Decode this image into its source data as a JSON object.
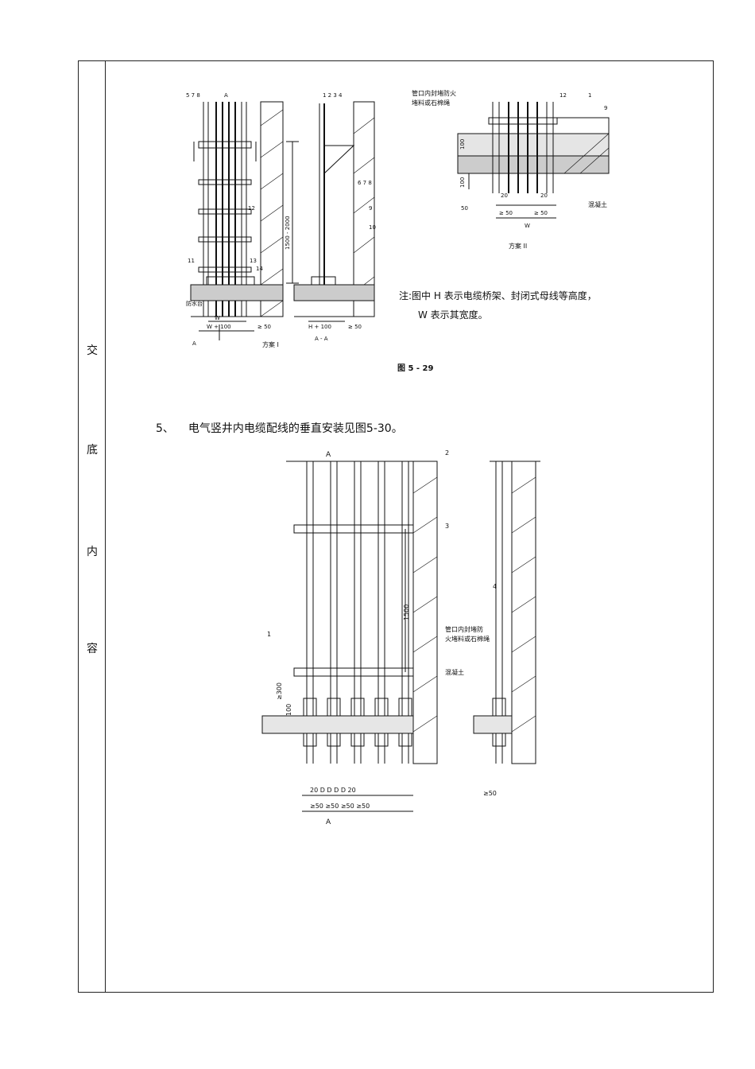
{
  "side_label": [
    "交",
    "底",
    "内",
    "容"
  ],
  "fig529": {
    "caption": "图 5 - 29",
    "scheme1_label": "方案 I",
    "scheme2_label": "方案 II",
    "section_label": "A - A",
    "note_line1": "注:图中 H 表示电缆桥架、封闭式母线等高度，",
    "note_line2": "W 表示其宽度。",
    "waterproof_label": "防水台",
    "fill_label": "管口内封堵防火堵料或石棉绳",
    "concrete_label": "混凝土",
    "dim_height": "1500 - 2000",
    "dim_w100": "W + 100",
    "dim_h100": "H + 100",
    "dim_w": "W",
    "dim_ge50": "≥ 50",
    "dim_20": "20",
    "dim_100": "100",
    "dim_50": "50",
    "callouts_s1_top": "5 7 8",
    "callout_a": "A",
    "callouts_sec_top": "1  2  3  4",
    "callouts_sec_mid": "6 7 8",
    "callout_9": "9",
    "callout_10": "10",
    "callout_11": "11",
    "callout_12": "12",
    "callout_13": "13",
    "callout_14": "14",
    "callout_1": "1"
  },
  "item5": {
    "number": "5、",
    "text": "电气竖井内电缆配线的垂直安装见图5-30。"
  },
  "fig530": {
    "label_a": "A",
    "callout_1": "1",
    "callout_2": "2",
    "callout_3": "3",
    "callout_4": "4",
    "dim_1500": "1500",
    "dim_300": "≥300",
    "dim_100": "100",
    "fill_label_line1": "管口内封堵防",
    "fill_label_line2": "火堵料或石棉绳",
    "concrete_label": "混凝土",
    "dim_row": "20  D   D   D   D  20",
    "dim_ge50_row": "≥50 ≥50 ≥50 ≥50",
    "dim_ge50_right": "≥50"
  }
}
